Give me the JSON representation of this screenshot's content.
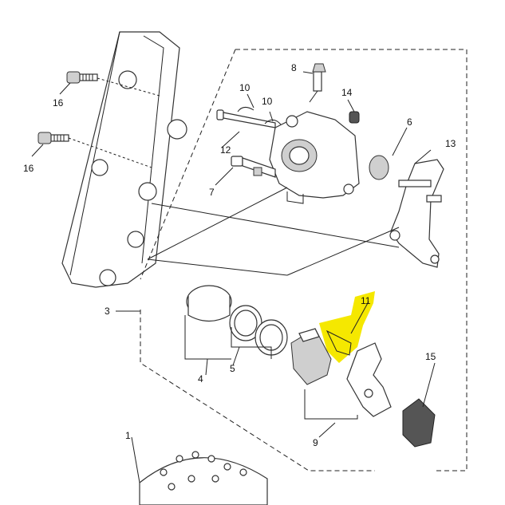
{
  "diagram": {
    "highlight_color": "#f5e800",
    "part_labels": {
      "p1": "1",
      "p3": "3",
      "p4": "4",
      "p5": "5",
      "p6": "6",
      "p7": "7",
      "p8": "8",
      "p9": "9",
      "p10a": "10",
      "p10b": "10",
      "p11": "11",
      "p12": "12",
      "p13": "13",
      "p14": "14",
      "p15": "15",
      "p16a": "16",
      "p16b": "16"
    }
  }
}
